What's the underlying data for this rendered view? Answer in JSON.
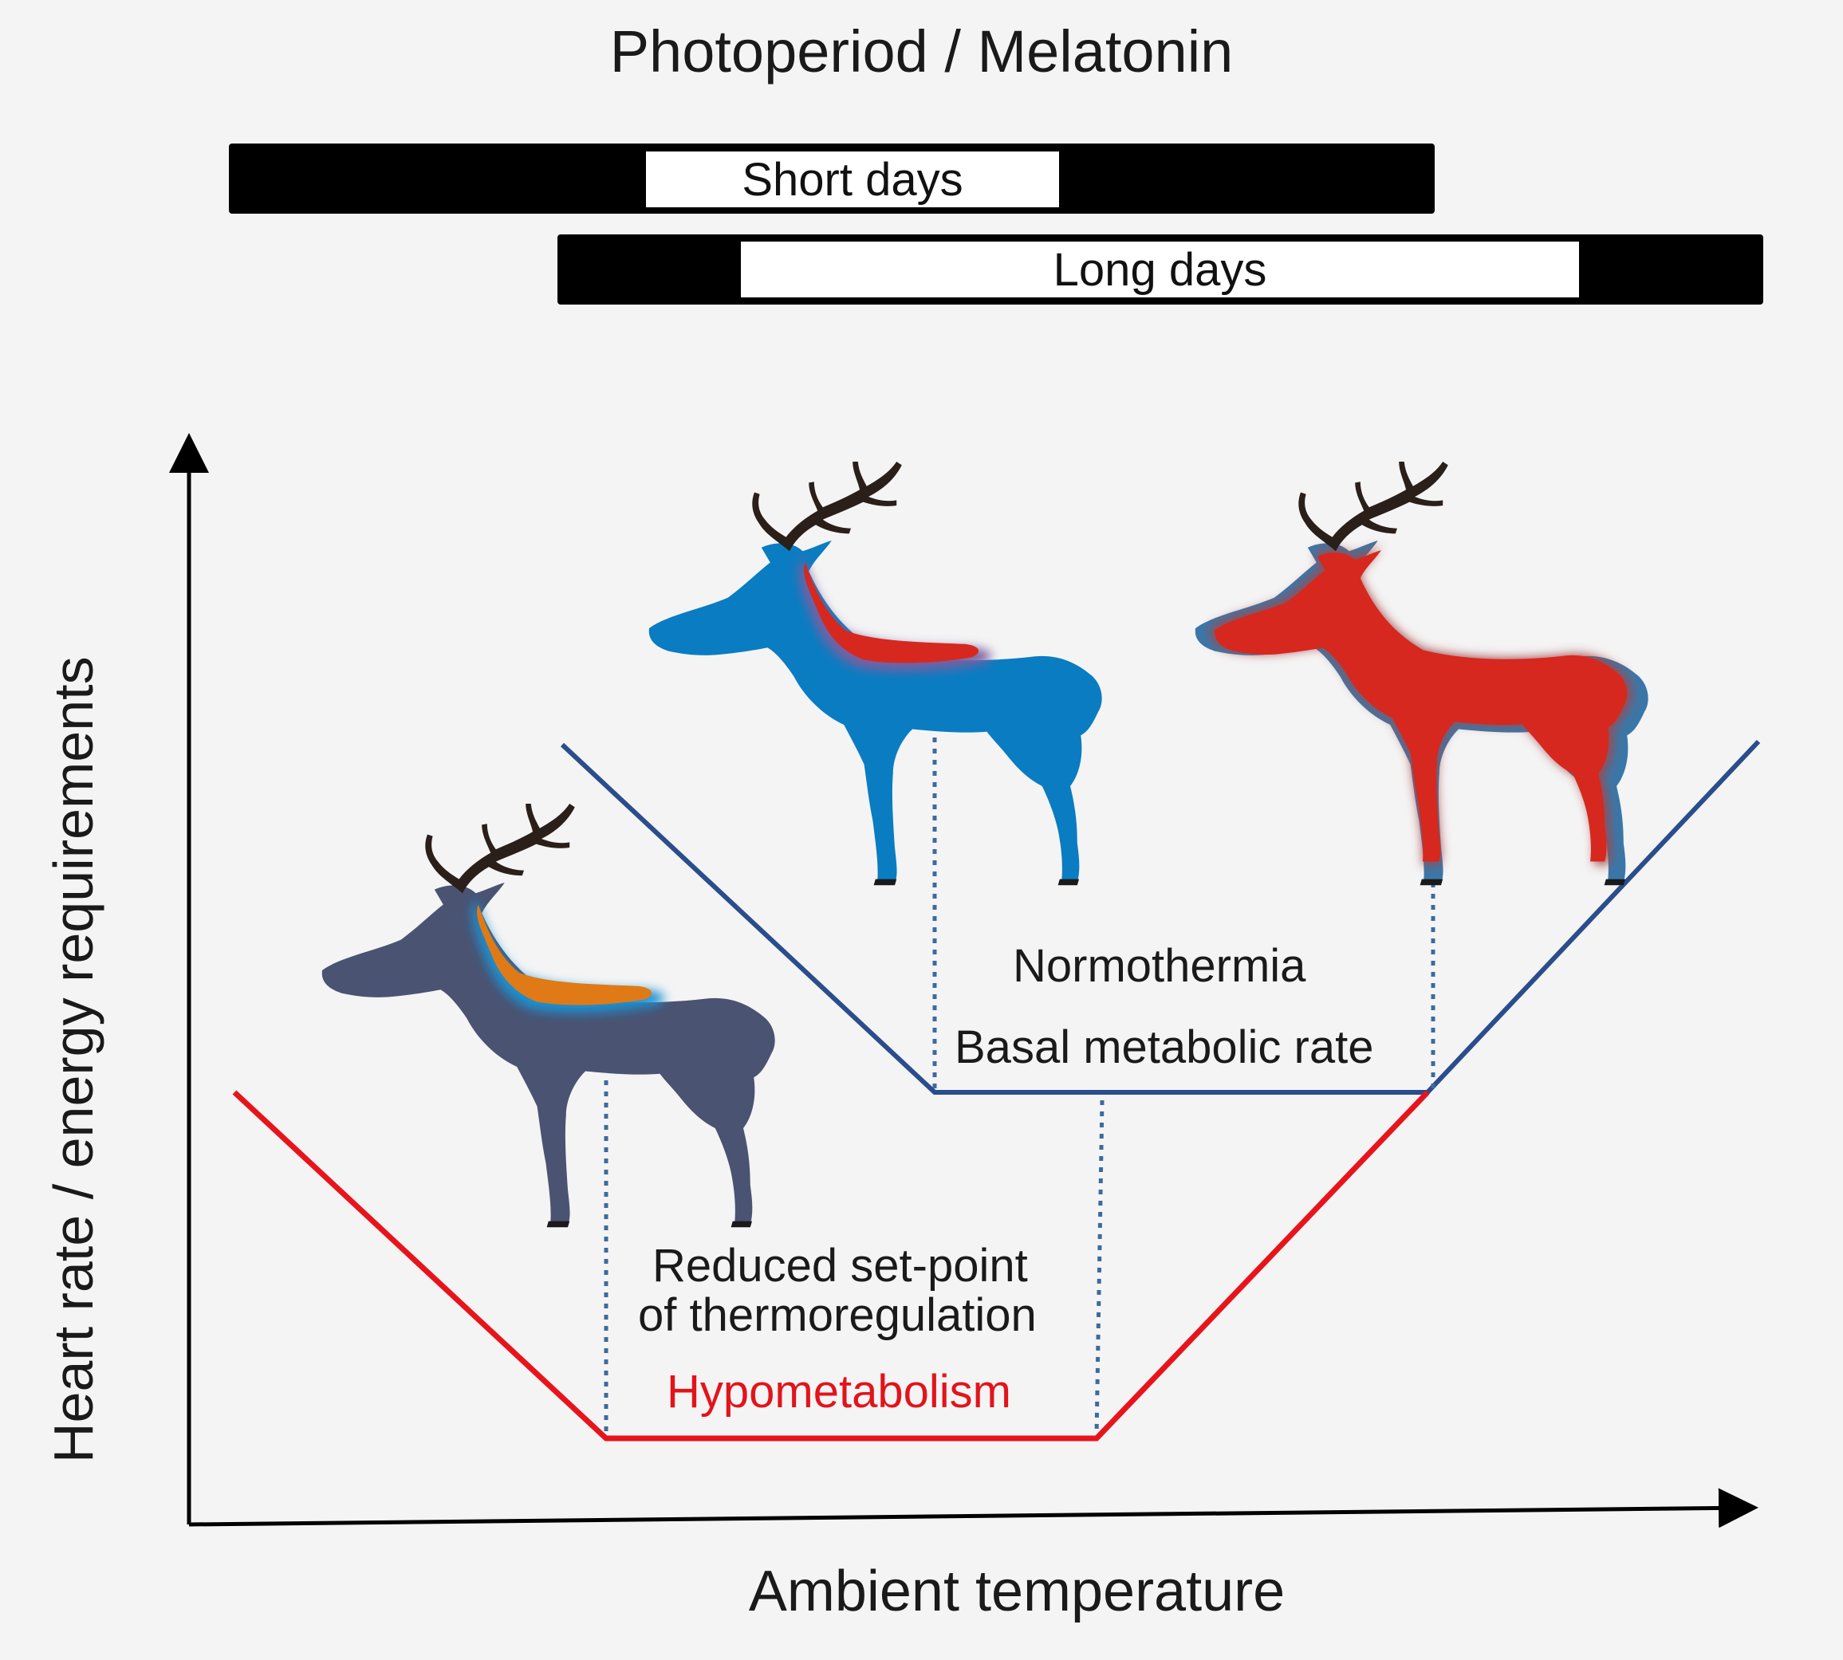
{
  "header": {
    "title": "Photoperiod / Melatonin"
  },
  "photoperiod": {
    "short_days_label": "Short days",
    "long_days_label": "Long days"
  },
  "axes": {
    "y_label": "Heart rate / energy requirements",
    "x_label": "Ambient temperature"
  },
  "states": {
    "normal": {
      "label": "Normothermia",
      "sublabel": "Basal metabolic rate",
      "line_color": "#2a4d8c"
    },
    "reduced": {
      "label_line1": "Reduced set-point",
      "label_line2": "of thermoregulation",
      "sublabel": "Hypometabolism",
      "line_color": "#e8141c",
      "sublabel_color": "#e2141b"
    }
  },
  "deer": [
    {
      "id": "winter",
      "body_color": "#4a5372",
      "core_color": "#e07a16"
    },
    {
      "id": "summer-cool",
      "body_color": "#0a7cc2",
      "core_color": "#d6281e"
    },
    {
      "id": "summer-warm",
      "body_color": "#d6281e",
      "core_color": "#d6281e"
    }
  ],
  "colors": {
    "antler": "#2b1f1a",
    "hoof": "#1a1a1a",
    "axis": "#000000",
    "dotted": "#3d6a9e"
  }
}
